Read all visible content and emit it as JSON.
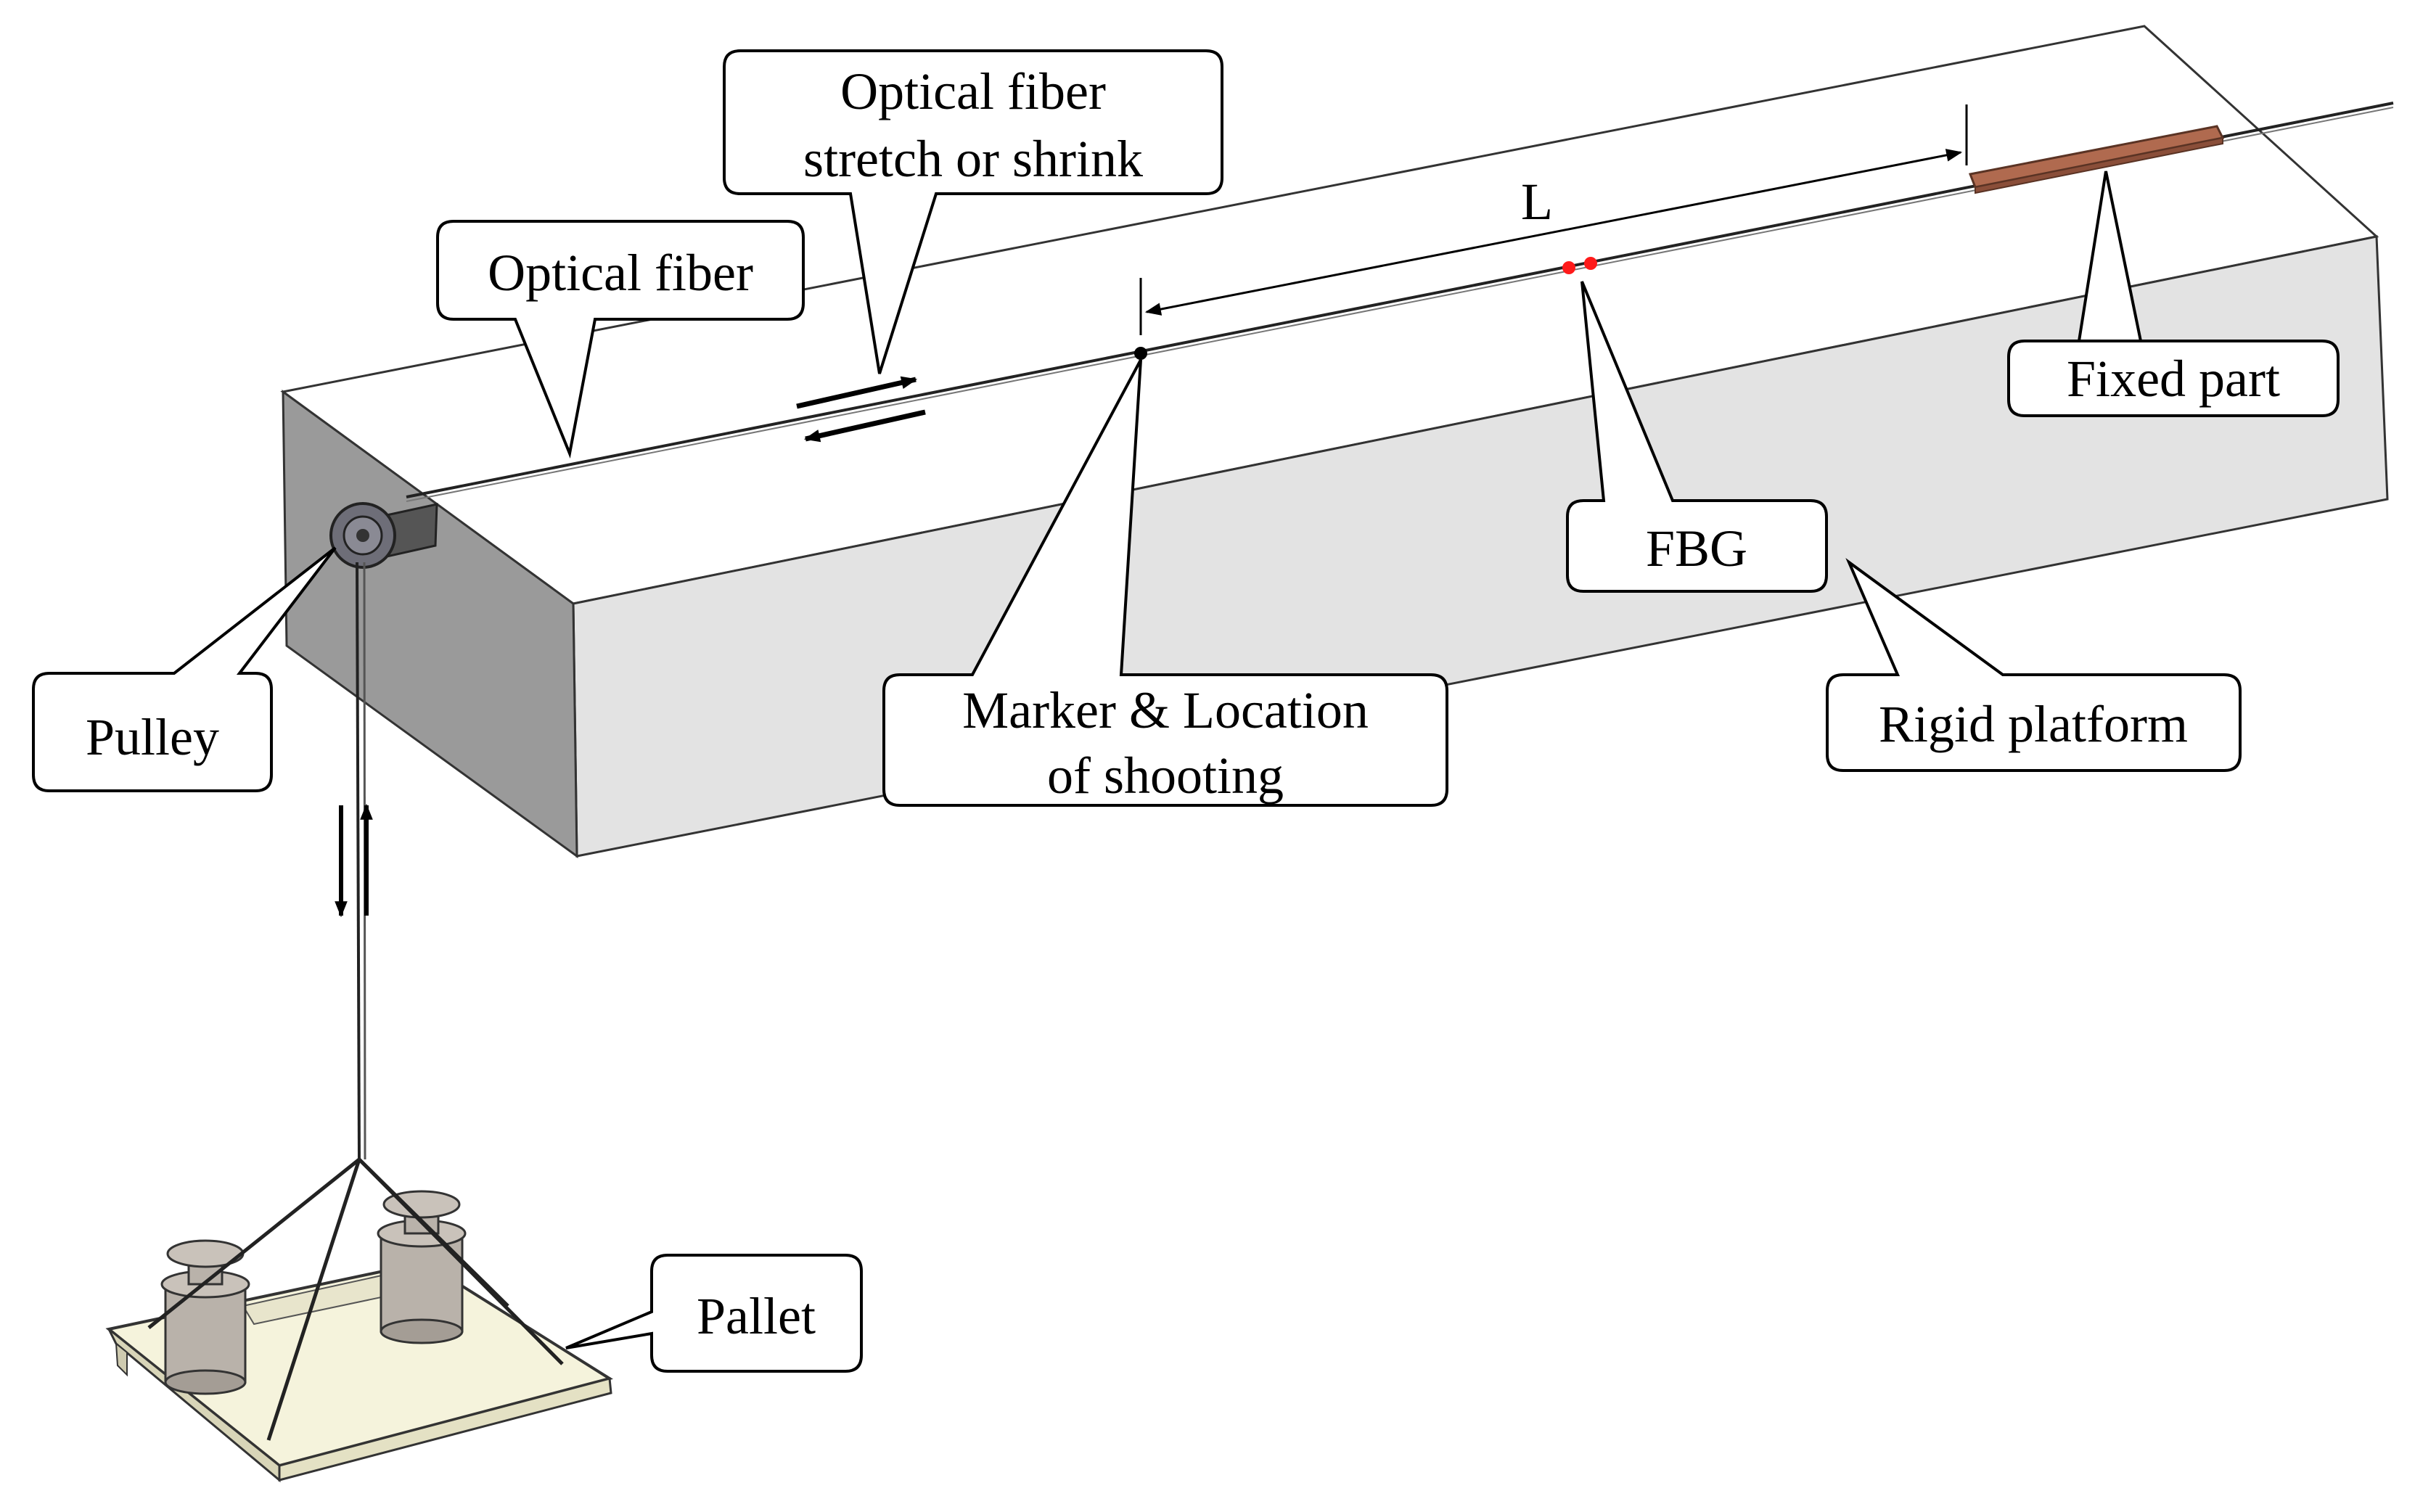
{
  "diagram": {
    "labels": {
      "optical_fiber": "Optical fiber",
      "stretch_line1": "Optical fiber",
      "stretch_line2": "stretch or shrink",
      "length_symbol": "L",
      "fixed_part": "Fixed part",
      "fbg": "FBG",
      "marker_line1": "Marker & Location",
      "marker_line2": "of shooting",
      "rigid_platform": "Rigid platform",
      "pulley": "Pulley",
      "pallet": "Pallet"
    },
    "colors": {
      "platform_top": "#ffffff",
      "platform_front": "#e3e3e3",
      "platform_side": "#999999",
      "fixed_part": "#b06a4f",
      "fbg_dots": "#ff1a1a",
      "pallet": "#f5f3dc",
      "weights": "#b9b2aa"
    }
  }
}
